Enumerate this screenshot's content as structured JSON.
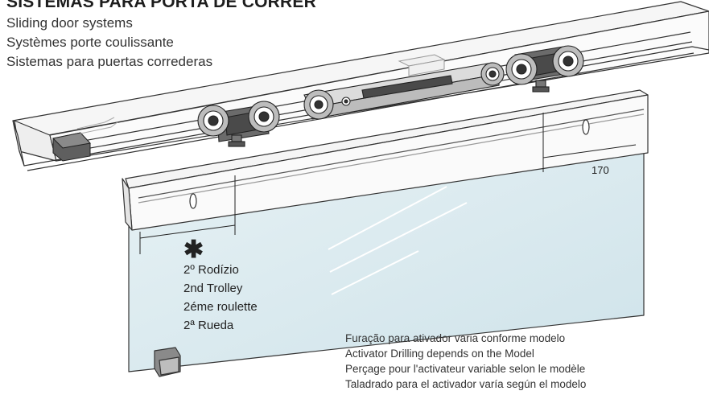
{
  "title": "SISTEMAS PARA PORTA DE CORRER",
  "subtitles": [
    "Sliding door systems",
    "Systèmes porte coulissante",
    "Sistemas para puertas correderas"
  ],
  "dimension_label": "170",
  "trolley_symbol": "✱",
  "trolley_labels": [
    "2º Rodízio",
    "2nd Trolley",
    "2éme roulette",
    "2ª Rueda"
  ],
  "drilling_notes": [
    "Furação para ativador varia conforme  modelo",
    "Activator Drilling depends on the Model",
    "Perçage pour l'activateur variable selon le modèle",
    "Taladrado para el activador varía según el modelo"
  ],
  "colors": {
    "glass": "#d9e9ee",
    "rail": "#f4f4f4",
    "line": "#333333",
    "roller": "#9a9a9a"
  }
}
